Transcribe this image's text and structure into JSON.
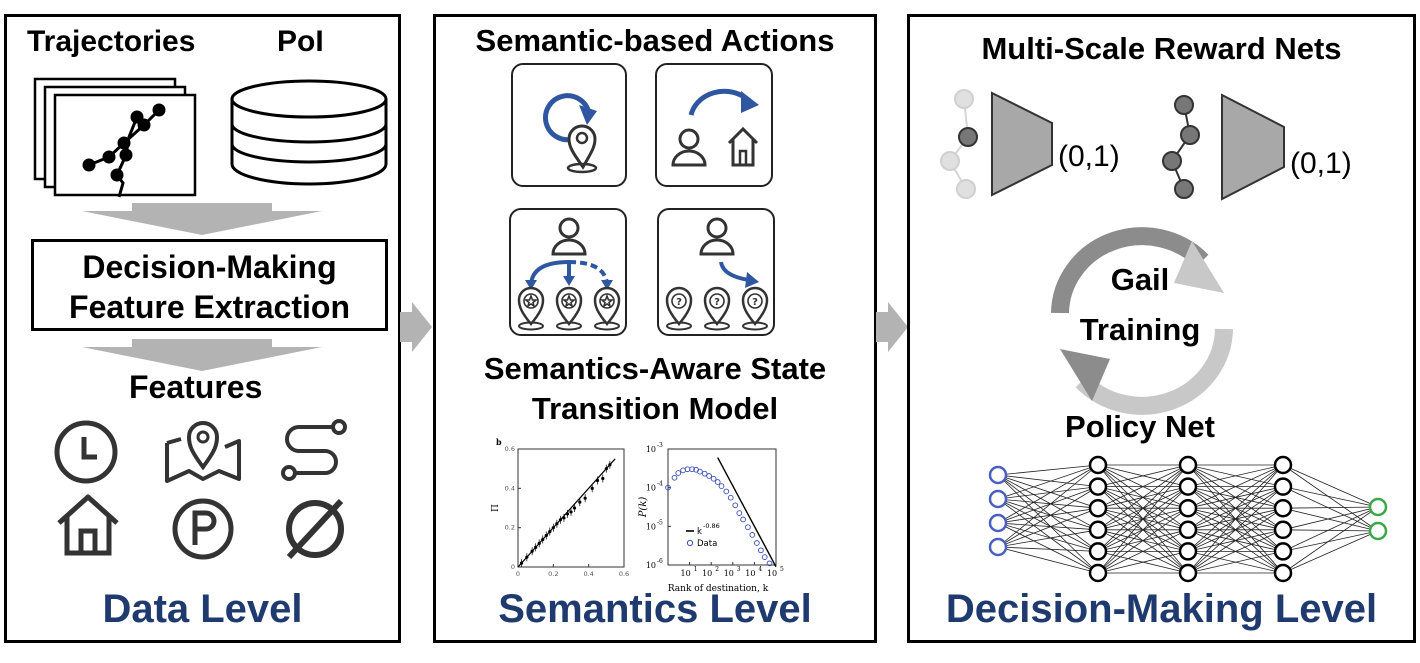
{
  "data_panel": {
    "trajectories_label": "Trajectories",
    "poi_label": "PoI",
    "extraction_line1": "Decision-Making",
    "extraction_line2": "Feature Extraction",
    "features_label": "Features",
    "feature_icons": [
      "clock-icon",
      "map-pin-icon",
      "route-icon",
      "home-icon",
      "parking-icon",
      "empty-set-icon"
    ],
    "level_label": "Data Level"
  },
  "semantics_panel": {
    "actions_title": "Semantic-based Actions",
    "model_title_line1": "Semantics-Aware State",
    "model_title_line2": "Transition Model",
    "level_label": "Semantics Level"
  },
  "decision_panel": {
    "reward_title": "Multi-Scale Reward Nets",
    "reward_output_1": "(0,1)",
    "reward_output_2": "(0,1)",
    "gail_line1": "Gail",
    "gail_line2": "Training",
    "policy_title": "Policy Net",
    "level_label": "Decision-Making Level"
  },
  "colors": {
    "level_text": "#1f3a6e",
    "accent_blue": "#2f56a0",
    "arrow_gray": "#b3b3b3"
  },
  "chart_data": [
    {
      "type": "scatter",
      "panel_label": "b",
      "ylabel": "Π",
      "xlim": [
        0,
        0.6
      ],
      "ylim": [
        0,
        0.6
      ],
      "x_ticks": [
        "0",
        "0.2",
        "0.4",
        "0.6"
      ],
      "y_ticks": [
        "0",
        "0.2",
        "0.4",
        "0.6"
      ],
      "points": [
        [
          0.02,
          0.02
        ],
        [
          0.05,
          0.05
        ],
        [
          0.08,
          0.08
        ],
        [
          0.1,
          0.1
        ],
        [
          0.12,
          0.12
        ],
        [
          0.14,
          0.14
        ],
        [
          0.16,
          0.16
        ],
        [
          0.18,
          0.18
        ],
        [
          0.2,
          0.2
        ],
        [
          0.22,
          0.22
        ],
        [
          0.24,
          0.24
        ],
        [
          0.26,
          0.25
        ],
        [
          0.28,
          0.27
        ],
        [
          0.3,
          0.28
        ],
        [
          0.32,
          0.3
        ],
        [
          0.35,
          0.33
        ],
        [
          0.38,
          0.35
        ],
        [
          0.42,
          0.4
        ],
        [
          0.45,
          0.44
        ],
        [
          0.48,
          0.45
        ],
        [
          0.5,
          0.5
        ],
        [
          0.52,
          0.52
        ]
      ],
      "fit_line": [
        [
          0,
          0
        ],
        [
          0.55,
          0.55
        ]
      ]
    },
    {
      "type": "scatter",
      "xlabel": "Rank of destination, k",
      "ylabel": "P(k)",
      "x_scale": "log",
      "y_scale": "log",
      "x_ticks": [
        "10^1",
        "10^2",
        "10^3",
        "10^4",
        "10^5"
      ],
      "y_ticks": [
        "10^-3",
        "10^-4",
        "10^-5",
        "10^-6"
      ],
      "legend": [
        "k^-0.86",
        "Data"
      ],
      "legend_fit_label": "k",
      "legend_fit_exponent": "-0.86",
      "legend_data_label": "Data",
      "data_k": [
        1,
        2,
        3,
        5,
        8,
        13,
        20,
        30,
        50,
        80,
        130,
        200,
        300,
        500,
        800,
        1300,
        2000,
        3000,
        5000,
        8000,
        13000,
        20000,
        30000,
        50000
      ],
      "data_p": [
        0.0001,
        0.00018,
        0.00024,
        0.00028,
        0.0003,
        0.0003,
        0.00029,
        0.00026,
        0.00023,
        0.0002,
        0.00017,
        0.00014,
        0.00011,
        8e-05,
        5.5e-05,
        3.5e-05,
        2.2e-05,
        1.5e-05,
        9.5e-06,
        6e-06,
        3.7e-06,
        2.4e-06,
        1.6e-06,
        1.1e-06
      ],
      "fit_k": [
        200,
        100000
      ],
      "fit_p": [
        0.0006,
        9e-07
      ]
    }
  ]
}
